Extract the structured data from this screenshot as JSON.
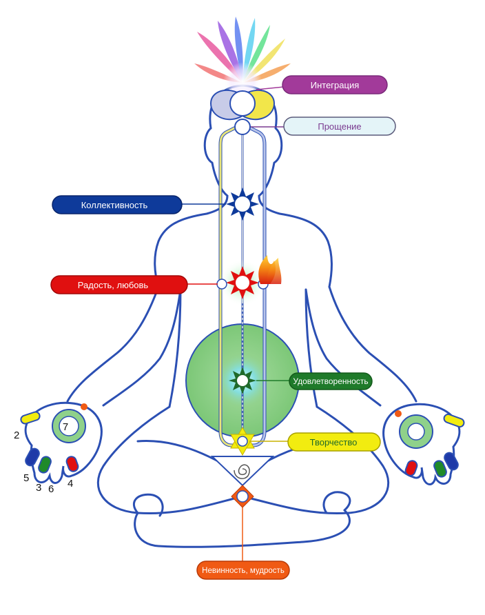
{
  "colors": {
    "body_outline": "#2b4fb3",
    "lotus": [
      "#e63c8c",
      "#8a4fd8",
      "#3c6fe6",
      "#3cc0e6",
      "#3ccf6a",
      "#e6d83c",
      "#f08a2c",
      "#e63c3c"
    ],
    "channel_left": "#e8e47a",
    "channel_right": "#9aa8d8",
    "center_line": "#bbbbbb",
    "green_disc": "#8fd18a"
  },
  "labels": [
    {
      "id": "integration",
      "text": "Интеграция",
      "fill": "#a23a9a",
      "text_color": "#ffffff"
    },
    {
      "id": "forgiveness",
      "text": "Прощение",
      "fill": "#e4f4f8",
      "text_color": "#7a3a90"
    },
    {
      "id": "collectivity",
      "text": "Коллективность",
      "fill": "#0e3a9a",
      "text_color": "#ffffff"
    },
    {
      "id": "joy_love",
      "text": "Радость, любовь",
      "fill": "#e01010",
      "text_color": "#ffffff"
    },
    {
      "id": "satisfaction",
      "text": "Удовлетворенность",
      "fill": "#1f7a2a",
      "text_color": "#ffffff"
    },
    {
      "id": "creativity",
      "text": "Творчество",
      "fill": "#f2ec10",
      "text_color": "#1f6a2a"
    },
    {
      "id": "innocence_wisdom",
      "text": "Невинность, мудрость",
      "fill": "#f05a14",
      "text_color": "#ffffff"
    }
  ],
  "finger_numbers": [
    "2",
    "7",
    "5",
    "3",
    "6",
    "4"
  ],
  "icons": {
    "lotus": "lotus-petals-icon",
    "sun_collective": "sun-star-icon",
    "sun_heart": "sun-star-icon",
    "sun_navel": "sun-star-icon",
    "flame": "flame-icon",
    "spiral": "spiral-icon",
    "star_of_david": "star-of-david-icon",
    "diamond": "diamond-icon"
  }
}
